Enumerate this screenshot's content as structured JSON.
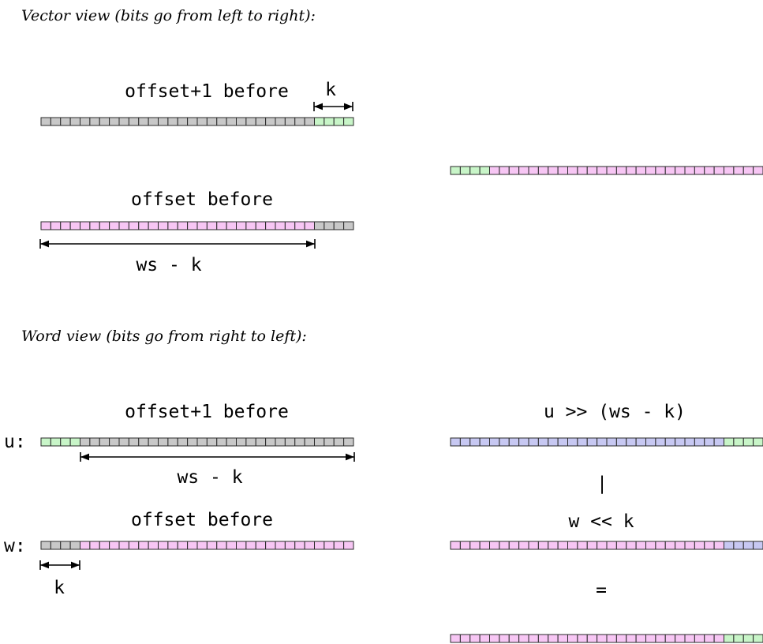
{
  "headings": {
    "vector_view": "Vector view (bits go from left to right):",
    "word_view": "Word view (bits go from right to left):"
  },
  "labels": {
    "v_offset1": "offset+1 before",
    "v_k": "k",
    "v_offset": "offset before",
    "v_ws_k": "ws - k",
    "w_offset1": "offset+1 before",
    "w_u": "u:",
    "w_ws_k": "ws - k",
    "w_offset": "offset before",
    "w_w": "w:",
    "w_k": "k",
    "r_u_shift": "u >> (ws - k)",
    "r_or": "|",
    "r_w_shift": "w << k",
    "r_eq": "="
  },
  "colors": {
    "gray": "#c8c8c8",
    "green": "#c8f5c8",
    "pink": "#f7c6f4",
    "blue": "#c7c8f2"
  },
  "bit_strips": [
    {
      "id": "vector-offset1",
      "segments": [
        {
          "color": "gray",
          "count": 28
        },
        {
          "color": "green",
          "count": 4
        }
      ]
    },
    {
      "id": "vector-result",
      "segments": [
        {
          "color": "green",
          "count": 4
        },
        {
          "color": "pink",
          "count": 28
        }
      ]
    },
    {
      "id": "vector-offset",
      "segments": [
        {
          "color": "pink",
          "count": 28
        },
        {
          "color": "gray",
          "count": 4
        }
      ]
    },
    {
      "id": "word-u",
      "segments": [
        {
          "color": "green",
          "count": 4
        },
        {
          "color": "gray",
          "count": 28
        }
      ]
    },
    {
      "id": "word-u-shifted",
      "segments": [
        {
          "color": "blue",
          "count": 28
        },
        {
          "color": "green",
          "count": 4
        }
      ]
    },
    {
      "id": "word-w",
      "segments": [
        {
          "color": "gray",
          "count": 4
        },
        {
          "color": "pink",
          "count": 28
        }
      ]
    },
    {
      "id": "word-w-shifted",
      "segments": [
        {
          "color": "pink",
          "count": 28
        },
        {
          "color": "blue",
          "count": 4
        }
      ]
    },
    {
      "id": "word-result",
      "segments": [
        {
          "color": "pink",
          "count": 28
        },
        {
          "color": "green",
          "count": 4
        }
      ]
    }
  ]
}
